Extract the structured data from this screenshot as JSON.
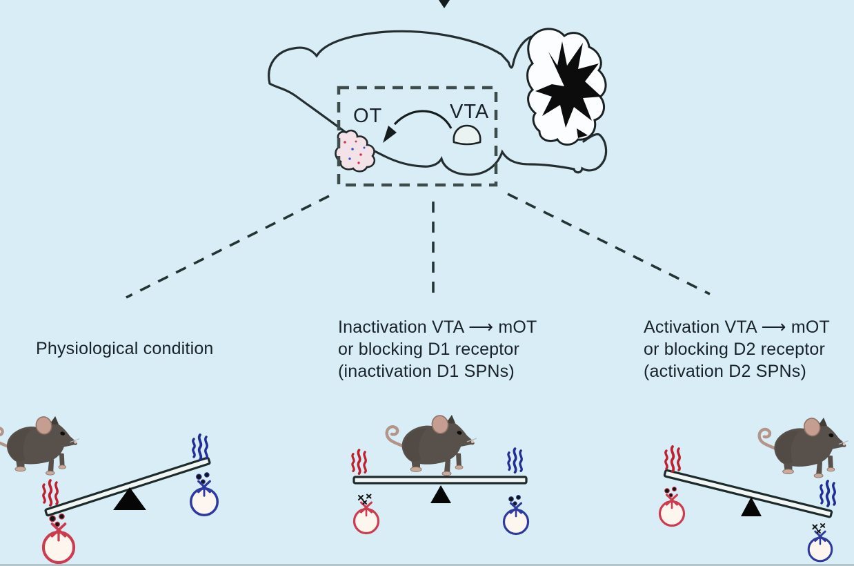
{
  "figure": {
    "type": "scientific-diagram",
    "subject": "VTA dopamine projection to medial olfactory tubercle (mOT) and odor preference balance"
  },
  "brain": {
    "ot_label": "OT",
    "vta_label": "VTA",
    "projection_arrow": "VTA to OT",
    "roi": "dashed box around OT and VTA"
  },
  "panels": [
    {
      "caption_lines": [
        "Physiological condition"
      ],
      "seesaw_tilt": "red-side-down",
      "mouse_position": "above-red-side",
      "red_odor": {
        "heat_marks": true,
        "bag_marks": "odor-drops"
      },
      "blue_odor": {
        "heat_marks": true,
        "bag_marks": "odor-drops"
      }
    },
    {
      "caption_lines": [
        "Inactivation VTA ⟶ mOT",
        "or blocking D1 receptor",
        "(inactivation D1 SPNs)"
      ],
      "seesaw_tilt": "balanced",
      "mouse_position": "center-of-seesaw",
      "red_odor": {
        "heat_marks": true,
        "bag_marks": "crossed-out"
      },
      "blue_odor": {
        "heat_marks": true,
        "bag_marks": "odor-drops"
      }
    },
    {
      "caption_lines": [
        "Activation VTA ⟶ mOT",
        "or blocking D2 receptor",
        "(activation D2 SPNs)"
      ],
      "seesaw_tilt": "blue-side-down",
      "mouse_position": "above-blue-side",
      "red_odor": {
        "heat_marks": true,
        "bag_marks": "odor-drops"
      },
      "blue_odor": {
        "heat_marks": true,
        "bag_marks": "crossed-out"
      }
    }
  ],
  "colors": {
    "background": "#d9edf6",
    "ink": "#1d2a30",
    "heat_red": "#c0202e",
    "heat_blue": "#202d96",
    "bag_red": "#cc3b4e",
    "bag_blue": "#2e3b9e",
    "bag_fill": "#fdf6ee",
    "mouse_body": "#58514b",
    "mouse_ear": "#c59e91",
    "ot_region_fill": "#f3e3e9"
  }
}
